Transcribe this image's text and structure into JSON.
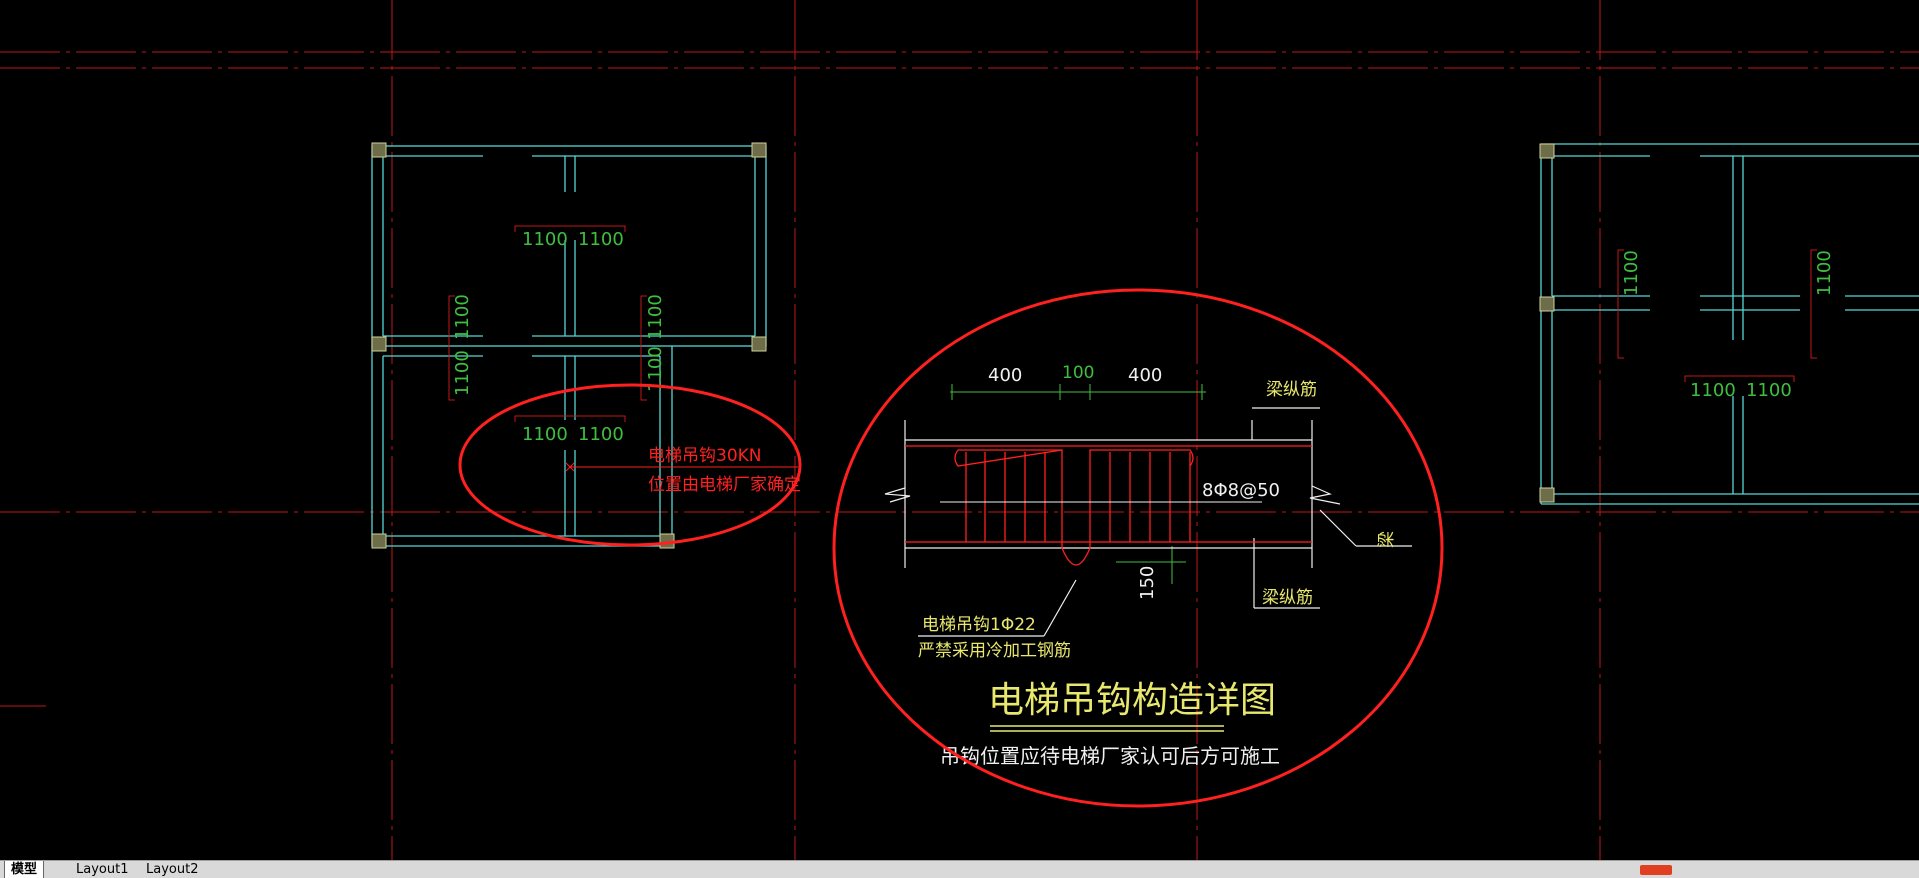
{
  "drawing": {
    "colors": {
      "grid": "#c21818",
      "wall": "#55d6d6",
      "dim": "#3fbf3f",
      "note": "#e8e86e",
      "annotation": "#ff2020",
      "white": "#f0f0f0",
      "column": "#6d6d4a"
    },
    "left_plan": {
      "dims_top": [
        "1100",
        "1100"
      ],
      "dims_left": [
        "1100",
        "1100"
      ],
      "dims_mid": [
        "1100",
        "1100"
      ],
      "dims_lower": [
        "1100",
        "1100"
      ],
      "hook_note_1": "电梯吊钩30KN",
      "hook_note_2": "位置由电梯厂家确定"
    },
    "right_plan": {
      "dims_v1": "1100",
      "dims_v2": "1100",
      "dims_h": [
        "1100",
        "1100"
      ]
    },
    "detail": {
      "dim_400_left": "400",
      "dim_100": "100",
      "dim_400_right": "400",
      "label_beam_rebar_top": "梁纵筋",
      "label_stirrup": "8Φ8@50",
      "label_beam": "梁",
      "dim_150": "150",
      "label_beam_rebar_bottom": "梁纵筋",
      "label_hook": "电梯吊钩1Φ22",
      "label_no_cold": "严禁采用冷加工钢筋",
      "title": "电梯吊钩构造详图",
      "subtitle": "吊钩位置应待电梯厂家认可后方可施工"
    }
  },
  "tabs": [
    "模型",
    "Layout1",
    "Layout2"
  ],
  "active_tab": "模型"
}
